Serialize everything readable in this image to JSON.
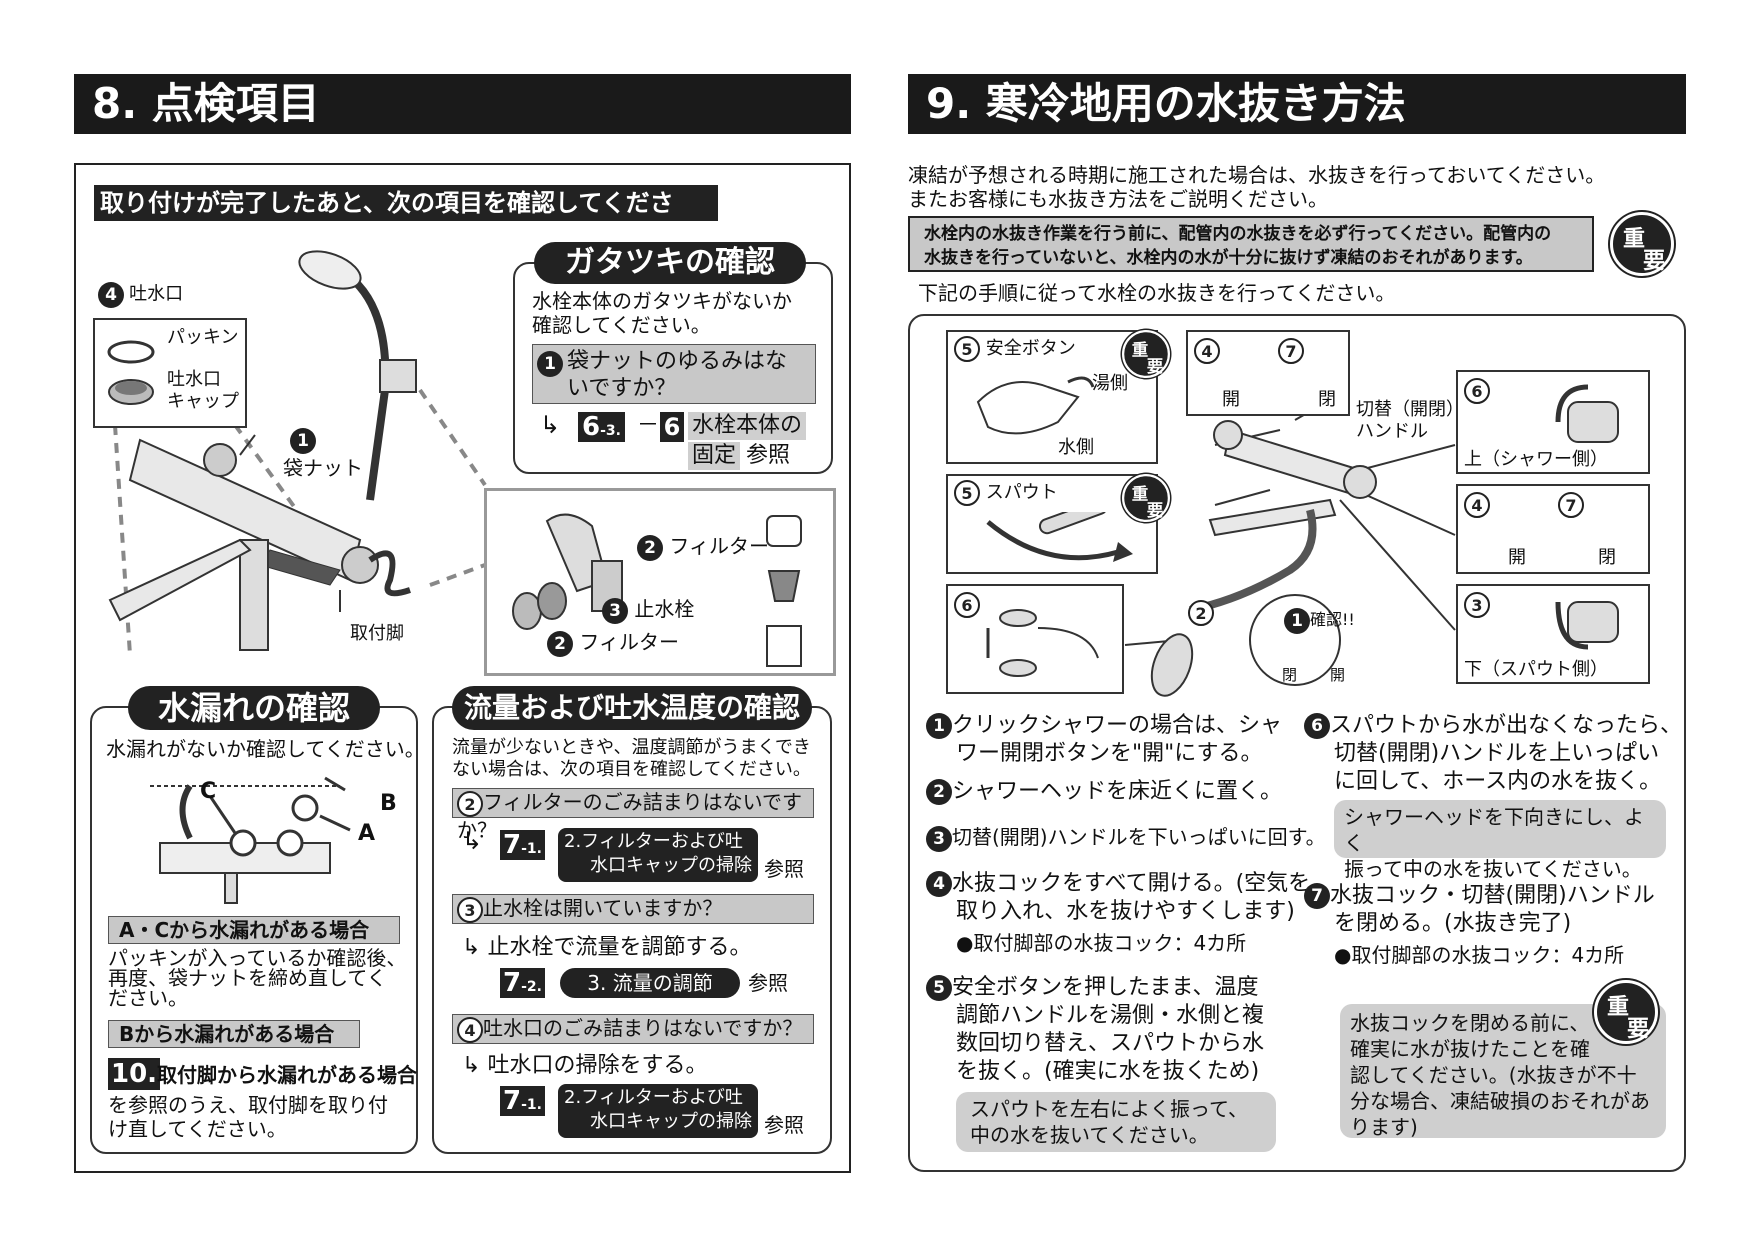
{
  "left": {
    "title": "8. 点検項目",
    "intro": "取り付けが完了したあと、次の項目を確認してください。",
    "diagram": {
      "spout_label": "吐水口",
      "spout_num": "4",
      "packing": "パッキン",
      "cap_line1": "吐水口",
      "cap_line2": "キャップ",
      "nut_num": "1",
      "nut": "袋ナット",
      "leg": "取付脚",
      "filter_num": "2",
      "filter_top": "フィルター",
      "stopcock_num": "3",
      "stopcock": "止水栓",
      "filter_bottom": "フィルター"
    },
    "gatatsuki": {
      "title": "ガタツキの確認",
      "text_line1": "水栓本体のガタツキがないか",
      "text_line2": "確認してください。",
      "q_num": "1",
      "q_line1": "袋ナットのゆるみはな",
      "q_line2": "いですか？",
      "ref_a": "6",
      "ref_a_sub": "-3.",
      "ref_dash": "－",
      "ref_b": "6",
      "ref_b_text1": "水栓本体の",
      "ref_b_text2": "固定",
      "ref_see": "参照"
    },
    "leak": {
      "title": "水漏れの確認",
      "text": "水漏れがないか確認してください。",
      "label_a": "A",
      "label_b": "B",
      "label_c": "C",
      "case1": "A・Cから水漏れがある場合",
      "case1_text1": "パッキンが入っているか確認後、",
      "case1_text2": "再度、袋ナットを締め直してく",
      "case1_text3": "ださい。",
      "case2": "Bから水漏れがある場合",
      "case3_num": "10.",
      "case3": "取付脚から水漏れがある場合",
      "case3_text1": "を参照のうえ、取付脚を取り付",
      "case3_text2": "け直してください。"
    },
    "flow": {
      "title": "流量および吐水温度の確認",
      "text1": "流量が少ないときや、温度調節がうまくでき",
      "text2": "ない場合は、次の項目を確認してください。",
      "q1_num": "2",
      "q1": "フィルターのごみ詰まりはないですか？",
      "q1_ref": "7",
      "q1_ref_sub": "-1.",
      "q1_ref_text1": "2.フィルターおよび吐",
      "q1_ref_text2": "水口キャップの掃除",
      "see": "参照",
      "q2_num": "3",
      "q2": "止水栓は開いていますか？",
      "q2_action": "止水栓で流量を調節する。",
      "q2_ref": "7",
      "q2_ref_sub": "-2.",
      "q2_ref_text": "3. 流量の調節",
      "q3_num": "4",
      "q3": "吐水口のごみ詰まりはないですか？",
      "q3_action": "吐水口の掃除をする。",
      "q3_ref": "7",
      "q3_ref_sub": "-1.",
      "q3_ref_text1": "2.フィルターおよび吐",
      "q3_ref_text2": "水口キャップの掃除"
    }
  },
  "right": {
    "title": "9. 寒冷地用の水抜き方法",
    "intro1": "凍結が予想される時期に施工された場合は、水抜きを行っておいてください。",
    "intro2": "またお客様にも水抜き方法をご説明ください。",
    "warn1": "水栓内の水抜き作業を行う前に、配管内の水抜きを必ず行ってください。配管内の",
    "warn2": "水抜きを行っていないと、水栓内の水が十分に抜けず凍結のおそれがあります。",
    "badge_a": "重",
    "badge_b": "要",
    "steps_intro": "下記の手順に従って水栓の水抜きを行ってください。",
    "diagram": {
      "safety_num": "5",
      "safety": "安全ボタン",
      "hot": "湯側",
      "cold": "水側",
      "spout_num": "5",
      "spout": "スパウト",
      "shower_num": "6",
      "open": "開",
      "close": "閉",
      "n4": "4",
      "n7": "7",
      "switch1": "切替（開閉）",
      "switch2": "ハンドル",
      "up_num": "6",
      "up": "上（シャワー側）",
      "down_num": "3",
      "down": "下（スパウト側）",
      "head_num": "2",
      "check_num": "1",
      "check": "確認!!"
    },
    "steps": [
      {
        "num": "1",
        "line1": "クリックシャワーの場合は、シャ",
        "line2": "ワー開閉ボタンを\"開\"にする。"
      },
      {
        "num": "2",
        "line1": "シャワーヘッドを床近くに置く。"
      },
      {
        "num": "3",
        "line1": "切替(開閉)ハンドルを下いっぱいに回す。"
      },
      {
        "num": "4",
        "line1": "水抜コックをすべて開ける。(空気を",
        "line2": "取り入れ、水を抜けやすくします)",
        "note": "●取付脚部の水抜コック：4カ所"
      },
      {
        "num": "5",
        "line1": "安全ボタンを押したまま、温度",
        "line2": "調節ハンドルを湯側・水側と複",
        "line3": "数回切り替え、スパウトから水",
        "line4": "を抜く。(確実に水を抜くため)",
        "tip1": "スパウトを左右によく振って、",
        "tip2": "中の水を抜いてください。"
      },
      {
        "num": "6",
        "line1": "スパウトから水が出なくなったら、",
        "line2": "切替(開閉)ハンドルを上いっぱい",
        "line3": "に回して、ホース内の水を抜く。",
        "tip1": "シャワーヘッドを下向きにし、よく",
        "tip2": "振って中の水を抜いてください。"
      },
      {
        "num": "7",
        "line1": "水抜コック・切替(開閉)ハンドル",
        "line2": "を閉める。(水抜き完了)",
        "note": "●取付脚部の水抜コック：4カ所"
      }
    ],
    "final_note1": "水抜コックを閉める前に、",
    "final_note2": "確実に水が抜けたことを確",
    "final_note3": "認してください。(水抜きが不十",
    "final_note4": "分な場合、凍結破損のおそれがあ",
    "final_note5": "ります)"
  }
}
